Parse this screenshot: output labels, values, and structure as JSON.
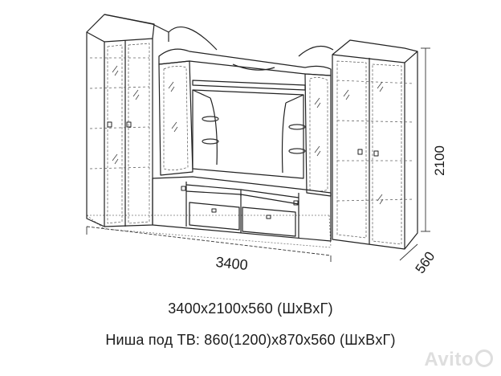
{
  "dimensions": {
    "width": "3400",
    "height": "2100",
    "depth": "560"
  },
  "captions": {
    "overall": "3400x2100x560 (ШxВxГ)",
    "tv_niche": "Ниша под ТВ: 860(1200)x870x560 (ШxВxГ)"
  },
  "watermark": {
    "text": "Avito"
  },
  "colors": {
    "line": "#222222",
    "glass_hatch": "#555555",
    "dim_line": "#333333"
  }
}
